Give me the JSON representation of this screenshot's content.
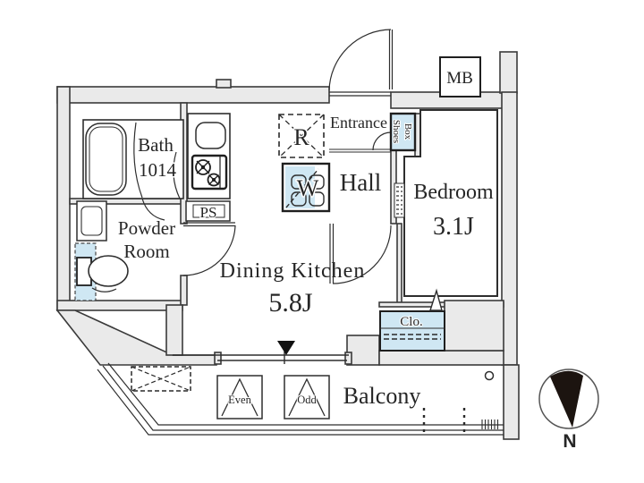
{
  "plan_type": "apartment-floor-plan",
  "rooms": {
    "bath": {
      "label": "Bath",
      "size": "1014"
    },
    "powder_room": {
      "line1": "Powder",
      "line2": "Room"
    },
    "dining_kitchen": {
      "label": "Dining Kitchen",
      "size": "5.8J"
    },
    "entrance": {
      "label": "Entrance"
    },
    "hall": {
      "label": "Hall"
    },
    "bedroom": {
      "label": "Bedroom",
      "size": "3.1J"
    },
    "balcony": {
      "label": "Balcony"
    },
    "closet": {
      "label": "Clo."
    }
  },
  "fixtures": {
    "shoes_box": {
      "line1": "Shoes",
      "line2": "Box"
    },
    "meter_box": {
      "label": "MB"
    },
    "pipe_space": {
      "label": "PS"
    },
    "refrigerator_space": {
      "label": "R"
    },
    "washer_space": {
      "label": "W"
    },
    "balcony_panel_even": {
      "label": "Even"
    },
    "balcony_panel_odd": {
      "label": "Odd"
    }
  },
  "compass": {
    "north_label": "N"
  },
  "colors": {
    "wall_fill": "#eaeaea",
    "water_blue": "#cfe7f3",
    "line": "#3a3a3a",
    "text": "#262626"
  }
}
